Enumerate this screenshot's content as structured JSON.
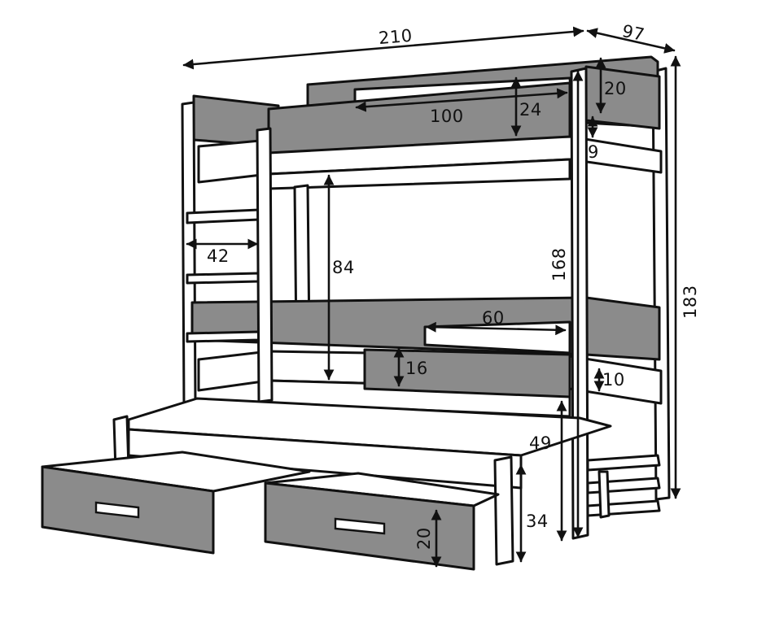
{
  "dimensions": {
    "length": "210",
    "depth": "97",
    "height_total": "183",
    "top_height_to_rail": "168",
    "guard_top": "20",
    "guard_top_inner": "24",
    "guard_top_opening": "100",
    "mattress_gap_top": "9",
    "ladder_width": "42",
    "clearance_lower": "84",
    "guard_lower_opening": "60",
    "guard_lower": "16",
    "mattress_gap_lower": "10",
    "lower_bed_height": "49",
    "trundle_height": "34",
    "drawer_height": "20"
  },
  "colors": {
    "panel": "#8b8b8b",
    "stroke": "#111111",
    "background": "#ffffff"
  }
}
